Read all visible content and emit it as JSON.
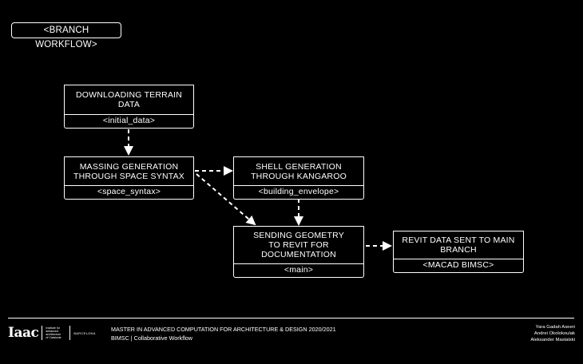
{
  "page_tag": "<BRANCH WORKFLOW>",
  "nodes": [
    {
      "id": "terrain",
      "title": "DOWNLOADING TERRAIN\nDATA",
      "branch": "<initial_data>"
    },
    {
      "id": "massing",
      "title": "MASSING GENERATION\nTHROUGH SPACE SYNTAX",
      "branch": "<space_syntax>"
    },
    {
      "id": "shell",
      "title": "SHELL GENERATION\nTHROUGH KANGAROO",
      "branch": "<building_envelope>"
    },
    {
      "id": "sending",
      "title": "SENDING GEOMETRY\nTO REVIT FOR\nDOCUMENTATION",
      "branch": "<main>"
    },
    {
      "id": "revit",
      "title": "REVIT DATA SENT TO MAIN\nBRANCH",
      "branch": "<MACAD BIMSC>"
    }
  ],
  "edges": [
    {
      "from": "terrain",
      "to": "massing"
    },
    {
      "from": "massing",
      "to": "shell"
    },
    {
      "from": "massing",
      "to": "sending"
    },
    {
      "from": "shell",
      "to": "sending"
    },
    {
      "from": "sending",
      "to": "revit"
    }
  ],
  "footer": {
    "logo": {
      "mark": "Iaac",
      "institute": "Institute for\nadvanced\narchitecture\nof Catalonia",
      "city": "BARCELONA"
    },
    "program_title": "MASTER IN ADVANCED COMPUTATION FOR ARCHITECTURE & DESIGN 2020/2021",
    "course": "BIMSC | Collaborative Workflow",
    "authors": [
      "Yara Gadah Aseeri",
      "Andrei Okolokoulak",
      "Aleksander Mastalski"
    ]
  },
  "colors": {
    "background": "#000000",
    "foreground": "#ffffff"
  }
}
